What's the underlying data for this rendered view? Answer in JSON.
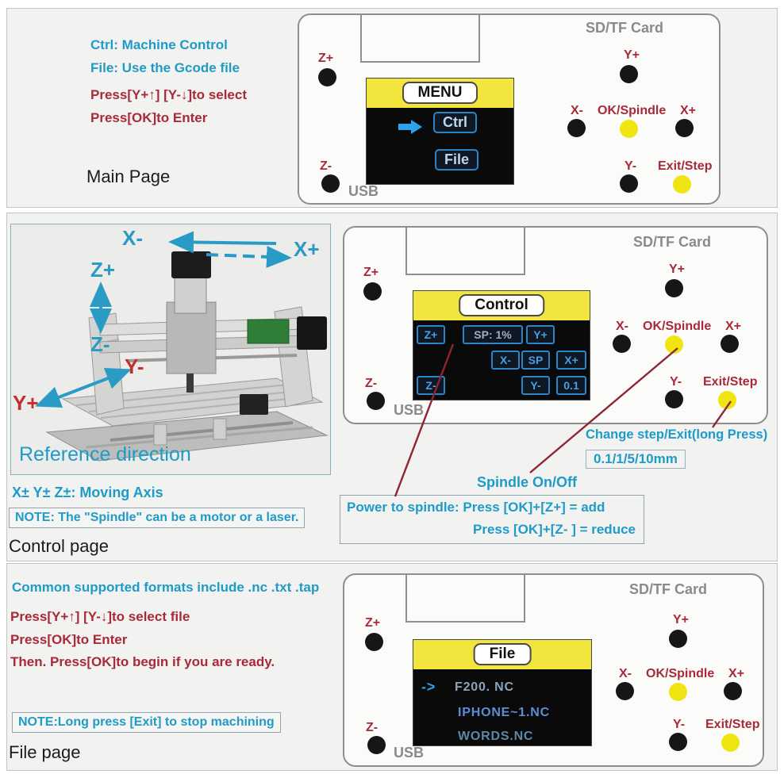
{
  "colors": {
    "teal": "#1e9bc8",
    "dark_red": "#a82a38",
    "axis_red": "#c62f2f",
    "yellow_band": "#f2e53e",
    "yellow_button": "#f0e511",
    "screen_blue": "#46a0e8",
    "gray_label": "#8a8a8a",
    "annotation_line": "#8e2533"
  },
  "buttons": {
    "sd": "SD/TF Card",
    "usb": "USB",
    "z_plus": "Z+",
    "z_minus": "Z-",
    "y_plus": "Y+",
    "y_minus": "Y-",
    "x_minus": "X-",
    "x_plus": "X+",
    "ok": "OK/Spindle",
    "exit": "Exit/Step"
  },
  "main": {
    "tip1": "Ctrl: Machine Control",
    "tip2": "File: Use the Gcode file",
    "tip3": "Press[Y+↑] [Y-↓]to select",
    "tip4": "Press[OK]to Enter",
    "caption": "Main Page",
    "screen": {
      "title": "MENU",
      "item1": "Ctrl",
      "item2": "File"
    }
  },
  "control": {
    "machine": {
      "x_minus": "X-",
      "x_plus": "X+",
      "z_plus": "Z+",
      "z_minus": "Z-",
      "y_minus": "Y-",
      "y_plus": "Y+",
      "caption": "Reference direction"
    },
    "screen": {
      "title": "Control",
      "z_plus": "Z+",
      "sp_value": "SP: 1%",
      "y_plus": "Y+",
      "x_minus": "X-",
      "sp": "SP",
      "x_plus": "X+",
      "z_minus": "Z-",
      "y_minus": "Y-",
      "step": "0.1"
    },
    "moving_axis": "X± Y± Z±: Moving Axis",
    "note": "NOTE: The \"Spindle\" can be a motor or a laser.",
    "caption": "Control page",
    "change_step": "Change step/Exit(long Press)",
    "step_values": "0.1/1/5/10mm",
    "spindle_onoff": "Spindle On/Off",
    "power1": "Power to spindle: Press [OK]+[Z+] = add",
    "power2": "Press [OK]+[Z- ] = reduce"
  },
  "file": {
    "formats": "Common supported formats include .nc .txt .tap",
    "tip1": "Press[Y+↑] [Y-↓]to select file",
    "tip2": "Press[OK]to Enter",
    "tip3": "Then. Press[OK]to begin if you are ready.",
    "note": "NOTE:Long press [Exit] to stop machining",
    "caption": "File page",
    "screen": {
      "title": "File",
      "cursor": "->",
      "file1": "F200. NC",
      "file2": "IPHONE~1.NC",
      "file3": "WORDS.NC"
    }
  }
}
